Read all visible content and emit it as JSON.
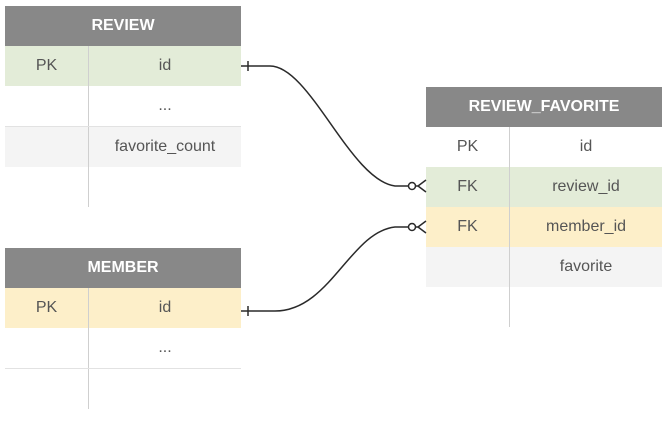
{
  "review": {
    "title": "REVIEW",
    "rows": [
      {
        "key": "PK",
        "field": "id"
      },
      {
        "key": "",
        "field": "..."
      },
      {
        "key": "",
        "field": "favorite_count"
      },
      {
        "key": "",
        "field": ""
      }
    ]
  },
  "member": {
    "title": "MEMBER",
    "rows": [
      {
        "key": "PK",
        "field": "id"
      },
      {
        "key": "",
        "field": "..."
      },
      {
        "key": "",
        "field": ""
      }
    ]
  },
  "review_favorite": {
    "title": "REVIEW_FAVORITE",
    "rows": [
      {
        "key": "PK",
        "field": "id"
      },
      {
        "key": "FK",
        "field": "review_id"
      },
      {
        "key": "FK",
        "field": "member_id"
      },
      {
        "key": "",
        "field": "favorite"
      },
      {
        "key": "",
        "field": ""
      }
    ]
  },
  "colors": {
    "header": "#888888",
    "pk_green": "#e3ecd8",
    "pk_yellow": "#fdefc9",
    "row_gray": "#f4f4f4"
  }
}
